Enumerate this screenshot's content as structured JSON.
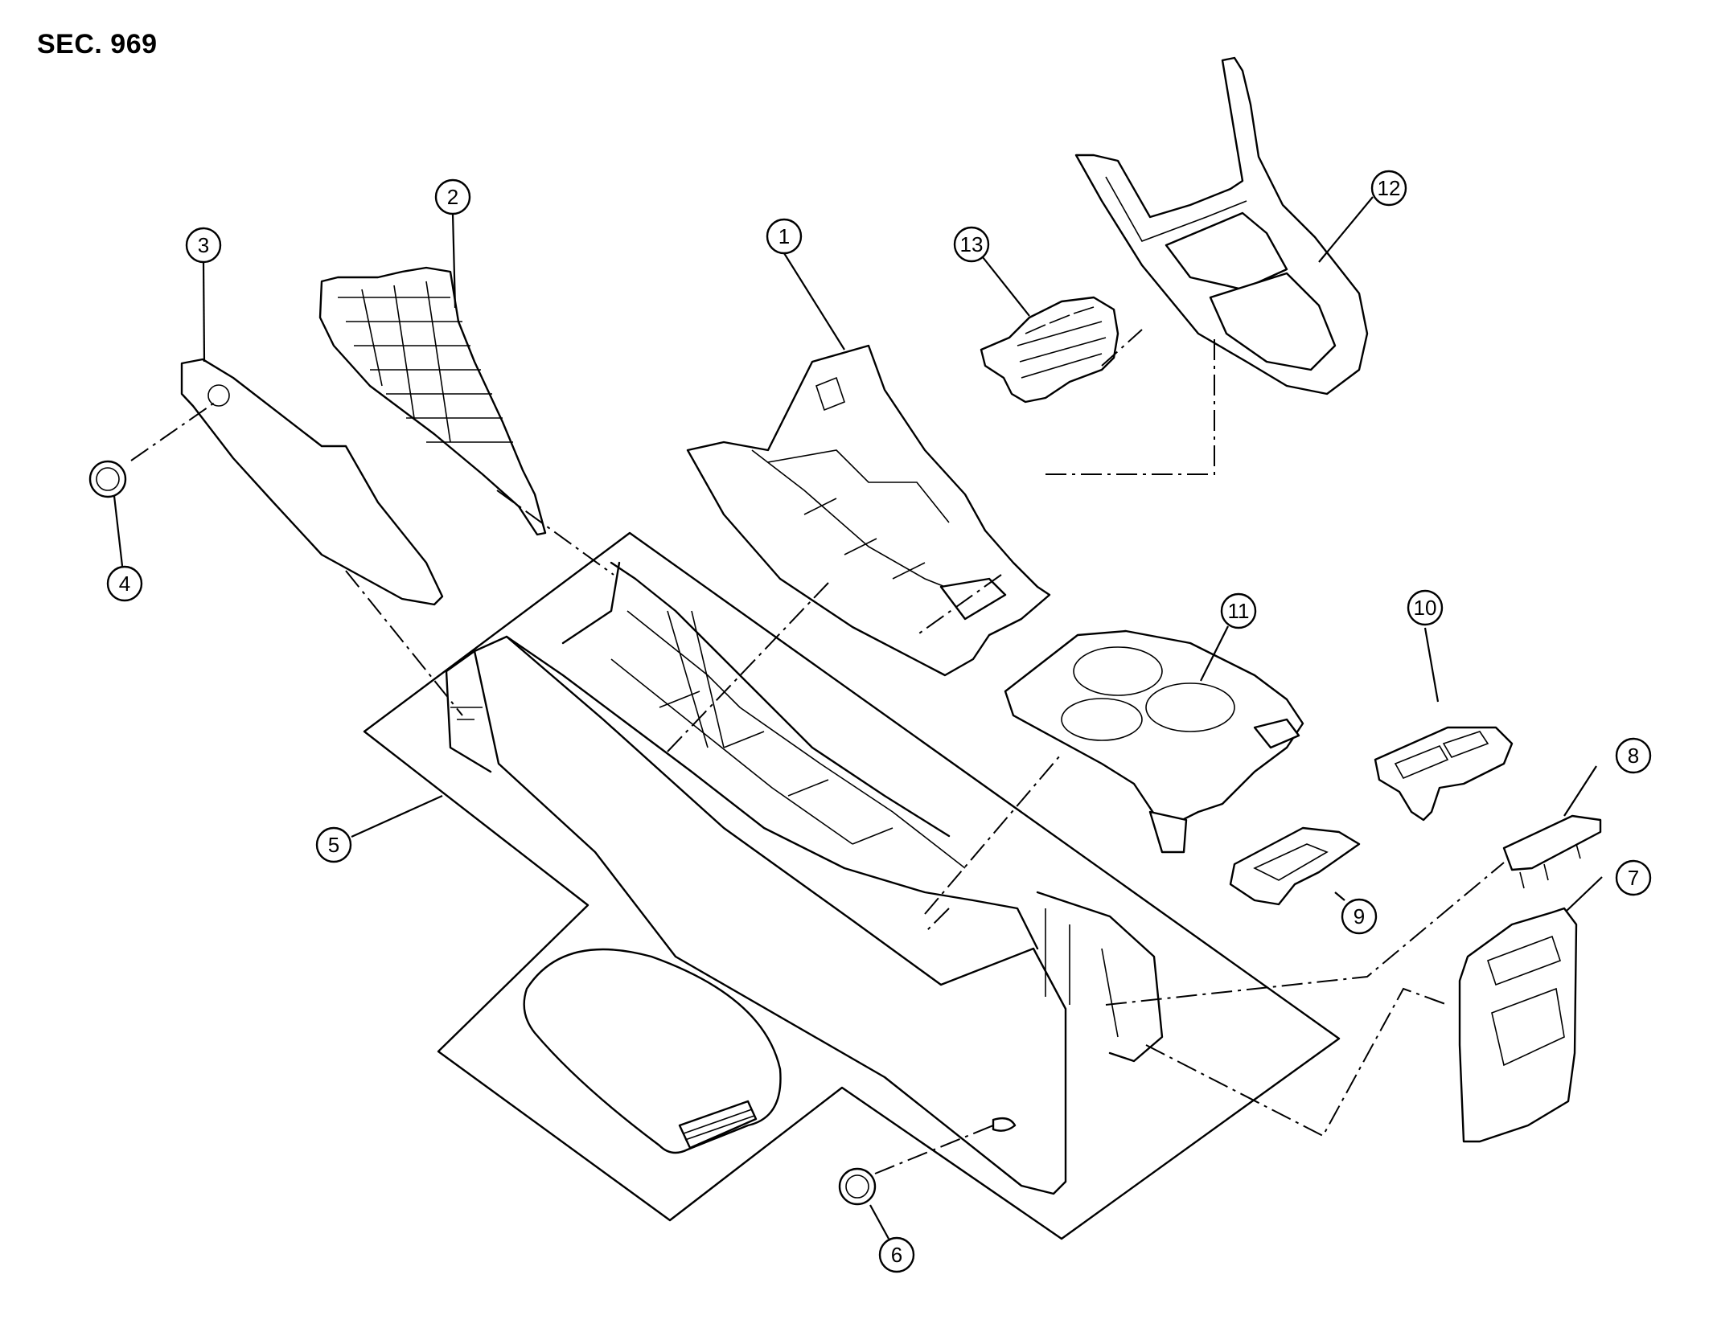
{
  "section": "SEC. 969",
  "callouts": [
    {
      "id": "c1",
      "label": "1"
    },
    {
      "id": "c2",
      "label": "2"
    },
    {
      "id": "c3",
      "label": "3"
    },
    {
      "id": "c4",
      "label": "4"
    },
    {
      "id": "c5",
      "label": "5"
    },
    {
      "id": "c6",
      "label": "6"
    },
    {
      "id": "c7",
      "label": "7"
    },
    {
      "id": "c8",
      "label": "8"
    },
    {
      "id": "c9",
      "label": "9"
    },
    {
      "id": "c10",
      "label": "10"
    },
    {
      "id": "c11",
      "label": "11"
    },
    {
      "id": "c12",
      "label": "12"
    },
    {
      "id": "c13",
      "label": "13"
    }
  ]
}
